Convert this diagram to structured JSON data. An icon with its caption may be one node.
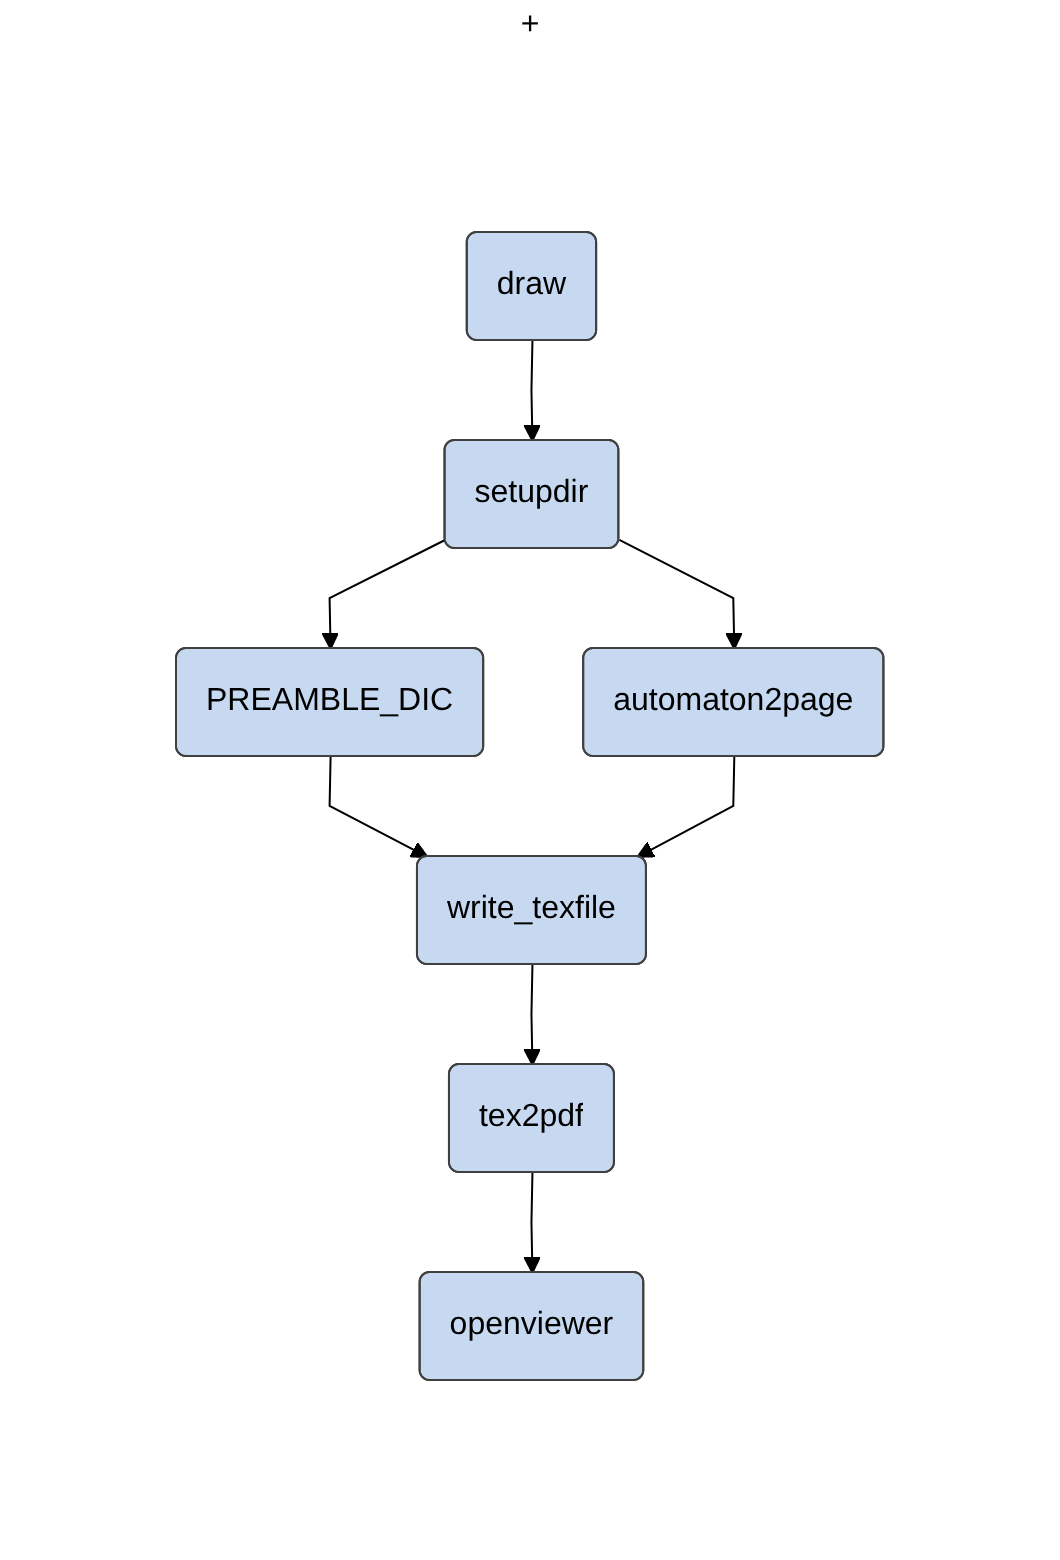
{
  "diagram": {
    "nodes": [
      {
        "text": [
          "draw"
        ]
      },
      {
        "text": [
          "setupdir"
        ]
      },
      {
        "text": [
          "PREAMBLE_DIC"
        ]
      },
      {
        "text": [
          "automaton2page"
        ]
      },
      {
        "text": [
          "write_texfile"
        ]
      },
      {
        "text": [
          "tex2pdf"
        ]
      },
      {
        "text": [
          "openviewer"
        ]
      }
    ],
    "edges": [
      {
        "from": 0,
        "to": 1,
        "arrow": "to"
      },
      {
        "from": 1,
        "to": 2,
        "arrow": "to"
      },
      {
        "from": 1,
        "to": 3,
        "arrow": "to"
      },
      {
        "from": 2,
        "to": 4,
        "arrow": "to"
      },
      {
        "from": 3,
        "to": 4,
        "arrow": "to"
      },
      {
        "from": 4,
        "to": 5,
        "arrow": "to"
      },
      {
        "from": 5,
        "to": 6,
        "arrow": "to"
      }
    ],
    "labels": [
      "+"
    ]
  }
}
